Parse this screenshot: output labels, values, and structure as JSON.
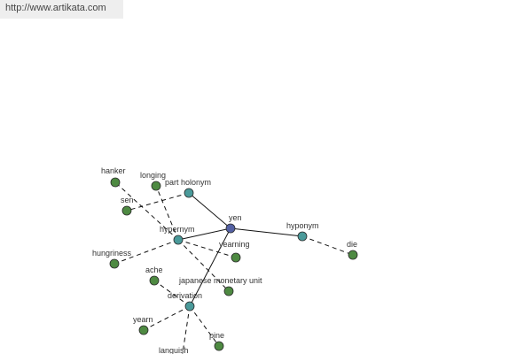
{
  "header": {
    "source_url": "http://www.artikata.com"
  },
  "graph": {
    "colors": {
      "center": "#5360a3",
      "relation": "#4a9a9a",
      "term": "#4e8a42",
      "edge": "#111111"
    },
    "center": {
      "id": "yen",
      "label": "yen"
    },
    "relations": [
      {
        "id": "part_holonym",
        "label": "part holonym"
      },
      {
        "id": "hypernym",
        "label": "hypernym"
      },
      {
        "id": "hyponym",
        "label": "hyponym"
      },
      {
        "id": "derivation",
        "label": "derivation"
      }
    ],
    "terms": [
      {
        "id": "hanker",
        "label": "hanker",
        "relation": "hypernym"
      },
      {
        "id": "longing",
        "label": "longing",
        "relation": "hypernym"
      },
      {
        "id": "sen",
        "label": "sen",
        "relation": "part_holonym"
      },
      {
        "id": "hungriness",
        "label": "hungriness",
        "relation": "hypernym"
      },
      {
        "id": "yearning",
        "label": "yearning",
        "relation": "hypernym"
      },
      {
        "id": "ache",
        "label": "ache",
        "relation": "derivation"
      },
      {
        "id": "japanese_monetary_unit",
        "label": "japanese monetary unit",
        "relation": "hypernym"
      },
      {
        "id": "yearn",
        "label": "yearn",
        "relation": "derivation"
      },
      {
        "id": "pine",
        "label": "pine",
        "relation": "derivation"
      },
      {
        "id": "languish",
        "label": "languish",
        "relation": "derivation"
      },
      {
        "id": "die",
        "label": "die",
        "relation": "hyponym"
      }
    ]
  }
}
